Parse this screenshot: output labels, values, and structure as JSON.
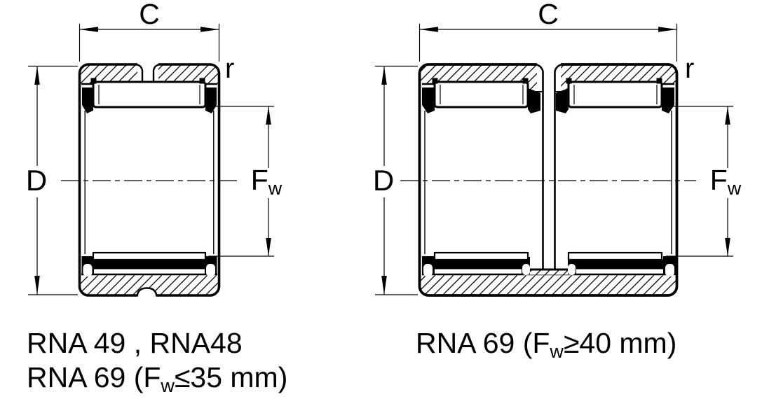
{
  "drawing": {
    "background": "#ffffff",
    "line_color": "#000000",
    "left": {
      "dim_c": "C",
      "dim_r": "r",
      "dim_d": "D",
      "dim_fw_main": "F",
      "dim_fw_sub": "w",
      "caption_line1": "RNA 49 , RNA48",
      "caption_line2": {
        "pre": "RNA 69 (F",
        "sub": "w",
        "post": "≤35 mm)"
      }
    },
    "right": {
      "dim_c": "C",
      "dim_r": "r",
      "dim_d": "D",
      "dim_fw_main": "F",
      "dim_fw_sub": "w",
      "caption": {
        "pre": "RNA 69 (F",
        "sub": "w",
        "post": "≥40 mm)"
      }
    }
  }
}
